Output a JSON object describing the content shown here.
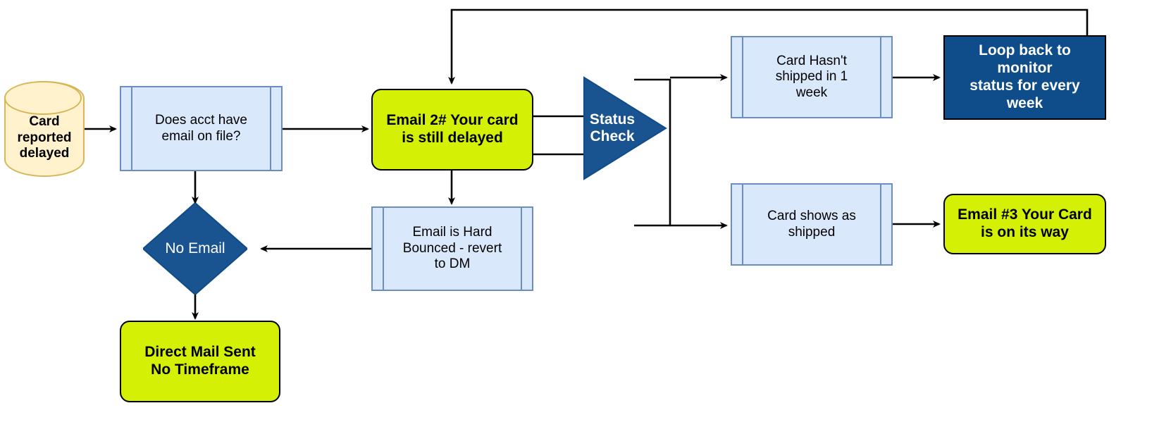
{
  "diagram": {
    "title": "Card reported delayed email flow",
    "colors": {
      "cylinder_fill": "#fff2cc",
      "cylinder_stroke": "#d6b656",
      "process_fill": "#dae8fc",
      "process_stroke": "#6c8ebf",
      "accent_green": "#d4f005",
      "accent_blue": "#0f4c8a",
      "edge": "#000000",
      "text_dark": "#000000",
      "text_light": "#ffffff"
    },
    "nodes": {
      "card_reported_delayed": {
        "label": "Card\nreported\ndelayed",
        "shape": "cylinder"
      },
      "acct_has_email": {
        "label": "Does acct have\nemail on file?",
        "shape": "predefined-process"
      },
      "no_email": {
        "label": "No Email",
        "shape": "diamond"
      },
      "direct_mail_sent": {
        "label": "Direct Mail Sent\nNo Timeframe",
        "shape": "rounded-rectangle"
      },
      "email_2": {
        "label": "Email 2# Your card\nis still delayed",
        "shape": "rounded-rectangle"
      },
      "hard_bounced": {
        "label": "Email is Hard\nBounced - revert\nto DM",
        "shape": "predefined-process"
      },
      "status_check": {
        "label": "Status\nCheck",
        "shape": "triangle"
      },
      "not_shipped": {
        "label": "Card Hasn't\nshipped in 1\nweek",
        "shape": "predefined-process"
      },
      "loop_back": {
        "label": "Loop back to\nmonitor\nstatus for every\nweek",
        "shape": "rectangle"
      },
      "shows_shipped": {
        "label": "Card shows as\nshipped",
        "shape": "predefined-process"
      },
      "email_3": {
        "label": "Email #3 Your Card\nis on its way",
        "shape": "rounded-rectangle"
      }
    },
    "edges": [
      {
        "from": "card_reported_delayed",
        "to": "acct_has_email",
        "label": ""
      },
      {
        "from": "acct_has_email",
        "to": "email_2",
        "label": ""
      },
      {
        "from": "acct_has_email",
        "to": "no_email",
        "label": ""
      },
      {
        "from": "no_email",
        "to": "direct_mail_sent",
        "label": ""
      },
      {
        "from": "email_2",
        "to": "hard_bounced",
        "label": ""
      },
      {
        "from": "hard_bounced",
        "to": "no_email",
        "label": ""
      },
      {
        "from": "email_2",
        "to": "status_check",
        "label": ""
      },
      {
        "from": "status_check",
        "to": "not_shipped",
        "label": ""
      },
      {
        "from": "status_check",
        "to": "shows_shipped",
        "label": ""
      },
      {
        "from": "not_shipped",
        "to": "loop_back",
        "label": ""
      },
      {
        "from": "loop_back",
        "to": "email_2",
        "label": ""
      },
      {
        "from": "shows_shipped",
        "to": "email_3",
        "label": ""
      }
    ]
  }
}
